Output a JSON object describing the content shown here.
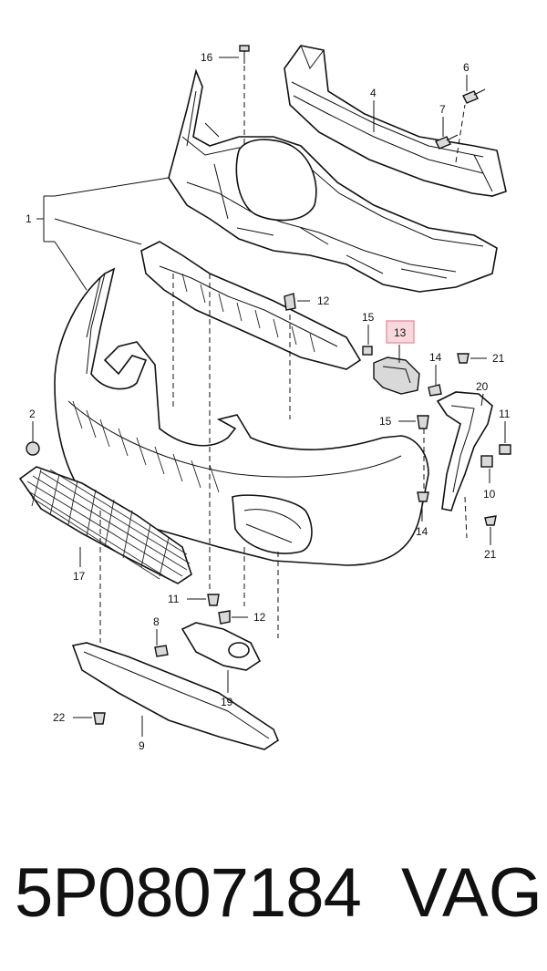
{
  "callouts": {
    "c16": "16",
    "c6": "6",
    "c4": "4",
    "c7": "7",
    "c1": "1",
    "c12a": "12",
    "c15a": "15",
    "c13": "13",
    "c14a": "14",
    "c21a": "21",
    "c20": "20",
    "c2": "2",
    "c15b": "15",
    "c11a": "11",
    "c10": "10",
    "c14b": "14",
    "c21b": "21",
    "c17": "17",
    "c11b": "11",
    "c12b": "12",
    "c8": "8",
    "c19": "19",
    "c22": "22",
    "c9": "9"
  },
  "highlight_color": "#e89aa4",
  "caption": {
    "part_number": "5P0807184",
    "brand": "VAG"
  }
}
